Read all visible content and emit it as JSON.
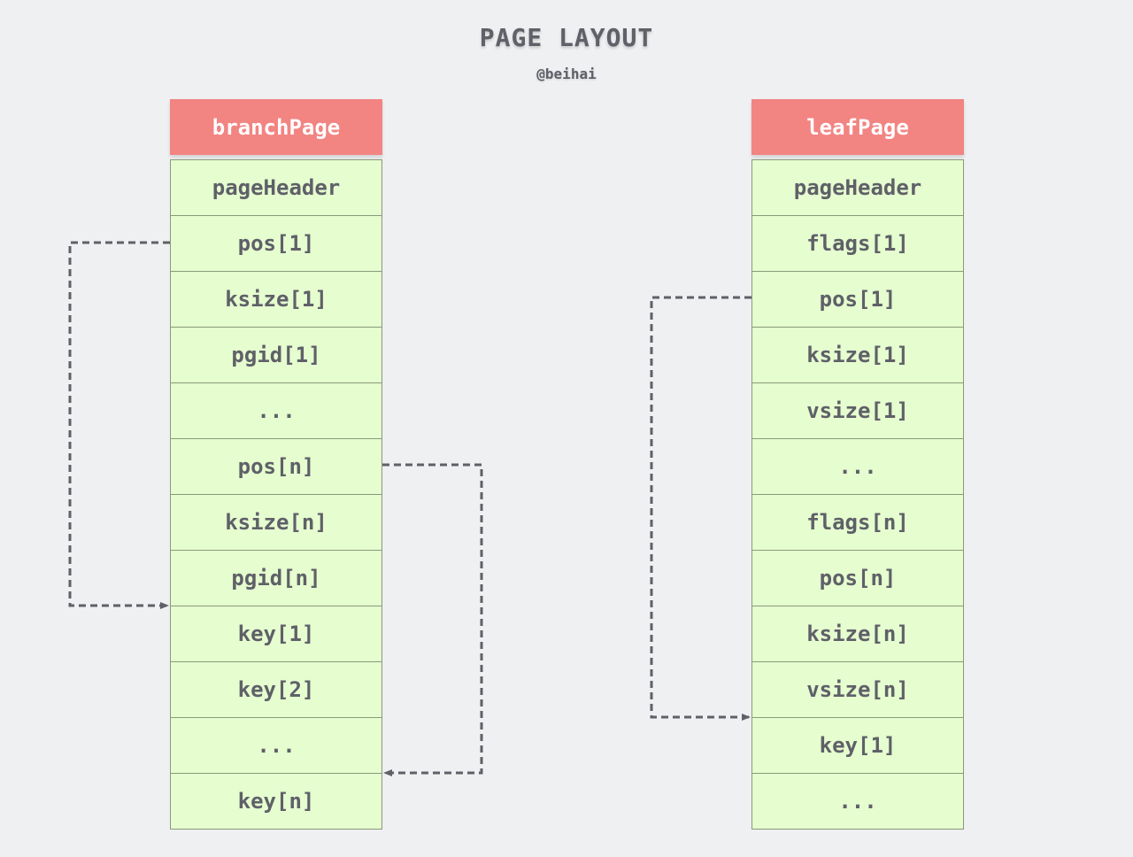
{
  "title": "PAGE LAYOUT",
  "author": "@beihai",
  "branch_page": {
    "header": "branchPage",
    "cells": [
      "pageHeader",
      "pos[1]",
      "ksize[1]",
      "pgid[1]",
      "...",
      "pos[n]",
      "ksize[n]",
      "pgid[n]",
      "key[1]",
      "key[2]",
      "...",
      "key[n]"
    ]
  },
  "leaf_page": {
    "header": "leafPage",
    "cells": [
      "pageHeader",
      "flags[1]",
      "pos[1]",
      "ksize[1]",
      "vsize[1]",
      "...",
      "flags[n]",
      "pos[n]",
      "ksize[n]",
      "vsize[n]",
      "key[1]",
      "..."
    ]
  },
  "colors": {
    "header_bg": "#f28482",
    "cell_bg": "#e5fdcf",
    "arrow": "#5f6068",
    "background": "#eff0f2"
  }
}
